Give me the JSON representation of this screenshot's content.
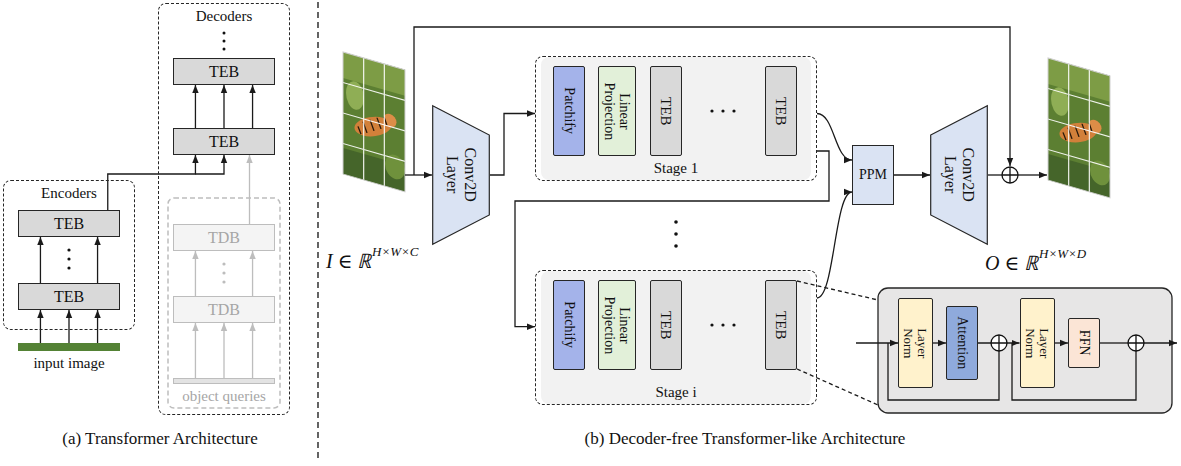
{
  "diagram": {
    "nodes": [
      {
        "text": [
          "Encoders"
        ]
      },
      {
        "text": [
          "TEB"
        ],
        "in": 0
      },
      {
        "text": [
          "TEB"
        ],
        "in": 0
      },
      {
        "text": [
          "input image"
        ]
      },
      {
        "text": [
          "Decoders"
        ]
      },
      {
        "text": [
          "TEB"
        ],
        "in": 4
      },
      {
        "text": [
          "TEB"
        ],
        "in": 4
      },
      {
        "text": [
          "TDB"
        ],
        "in": 4
      },
      {
        "text": [
          "TDB"
        ],
        "in": 4
      },
      {
        "text": [
          "object queries"
        ],
        "in": 4
      },
      {
        "text": [
          "Conv2D Layer"
        ]
      },
      {
        "text": [
          "Stage 1"
        ]
      },
      {
        "text": [
          "Patchify"
        ],
        "in": 11
      },
      {
        "text": [
          "Linear Projection"
        ],
        "in": 11
      },
      {
        "text": [
          "TEB"
        ],
        "in": 11
      },
      {
        "text": [
          "TEB"
        ],
        "in": 11
      },
      {
        "text": [
          "Stage i"
        ]
      },
      {
        "text": [
          "Patchify"
        ],
        "in": 16
      },
      {
        "text": [
          "Linear Projection"
        ],
        "in": 16
      },
      {
        "text": [
          "TEB"
        ],
        "in": 16
      },
      {
        "text": [
          "TEB"
        ],
        "in": 16
      },
      {
        "text": [
          "PPM"
        ]
      },
      {
        "text": [
          "Conv2D Layer"
        ]
      },
      {
        "text": [
          "Layer Norm"
        ]
      },
      {
        "text": [
          "Attention"
        ]
      },
      {
        "text": [
          "Layer Norm"
        ]
      },
      {
        "text": [
          "FFN"
        ]
      }
    ],
    "edges": [
      {
        "from": 3,
        "to": 2,
        "arrow": "to"
      },
      {
        "from": 2,
        "to": 1,
        "arrow": "to"
      },
      {
        "from": 1,
        "to": 6,
        "arrow": "to"
      },
      {
        "from": 7,
        "to": 6,
        "arrow": "to"
      },
      {
        "from": 6,
        "to": 5,
        "arrow": "to"
      },
      {
        "from": 8,
        "to": 7,
        "arrow": "to"
      },
      {
        "from": 9,
        "to": 8,
        "arrow": "to"
      },
      {
        "from": 10,
        "to": 11,
        "arrow": "to"
      },
      {
        "from": 11,
        "to": 16,
        "arrow": "to"
      },
      {
        "from": 11,
        "to": 21,
        "arrow": "to"
      },
      {
        "from": 16,
        "to": 21,
        "arrow": "to"
      },
      {
        "from": 21,
        "to": 22,
        "arrow": "to"
      },
      {
        "from": 23,
        "to": 24,
        "arrow": "to"
      },
      {
        "from": 24,
        "to": 25,
        "arrow": "to"
      },
      {
        "from": 25,
        "to": 26,
        "arrow": "to"
      }
    ],
    "labels": [
      "(a) Transformer Architecture",
      "I ∈ ℝ",
      "H×W×C",
      "O ∈ ℝ",
      "H×W×D",
      "(b) Decoder-free Transformer-like Architecture"
    ]
  }
}
